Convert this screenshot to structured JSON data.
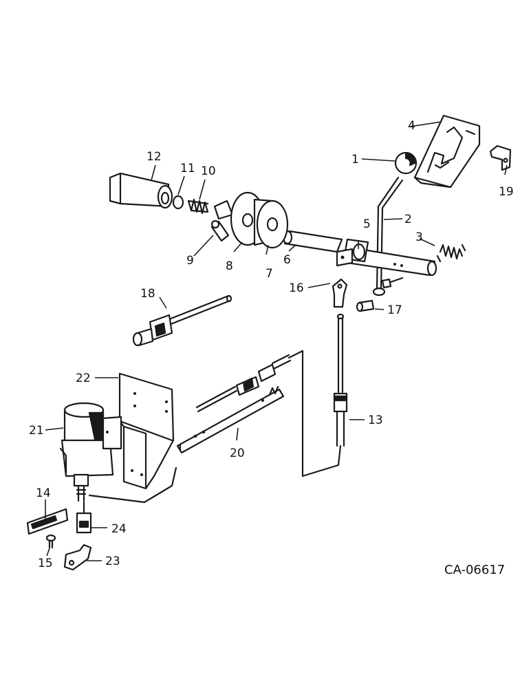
{
  "callouts": {
    "c1": "1",
    "c2": "2",
    "c3": "3",
    "c4": "4",
    "c5": "5",
    "c6": "6",
    "c7": "7",
    "c8": "8",
    "c9": "9",
    "c10": "10",
    "c11": "11",
    "c12": "12",
    "c13": "13",
    "c14": "14",
    "c15": "15",
    "c16": "16",
    "c17": "17",
    "c18": "18",
    "c19": "19",
    "c20": "20",
    "c21": "21",
    "c22": "22",
    "c23": "23",
    "c24": "24"
  },
  "drawing_code": "CA-06617"
}
